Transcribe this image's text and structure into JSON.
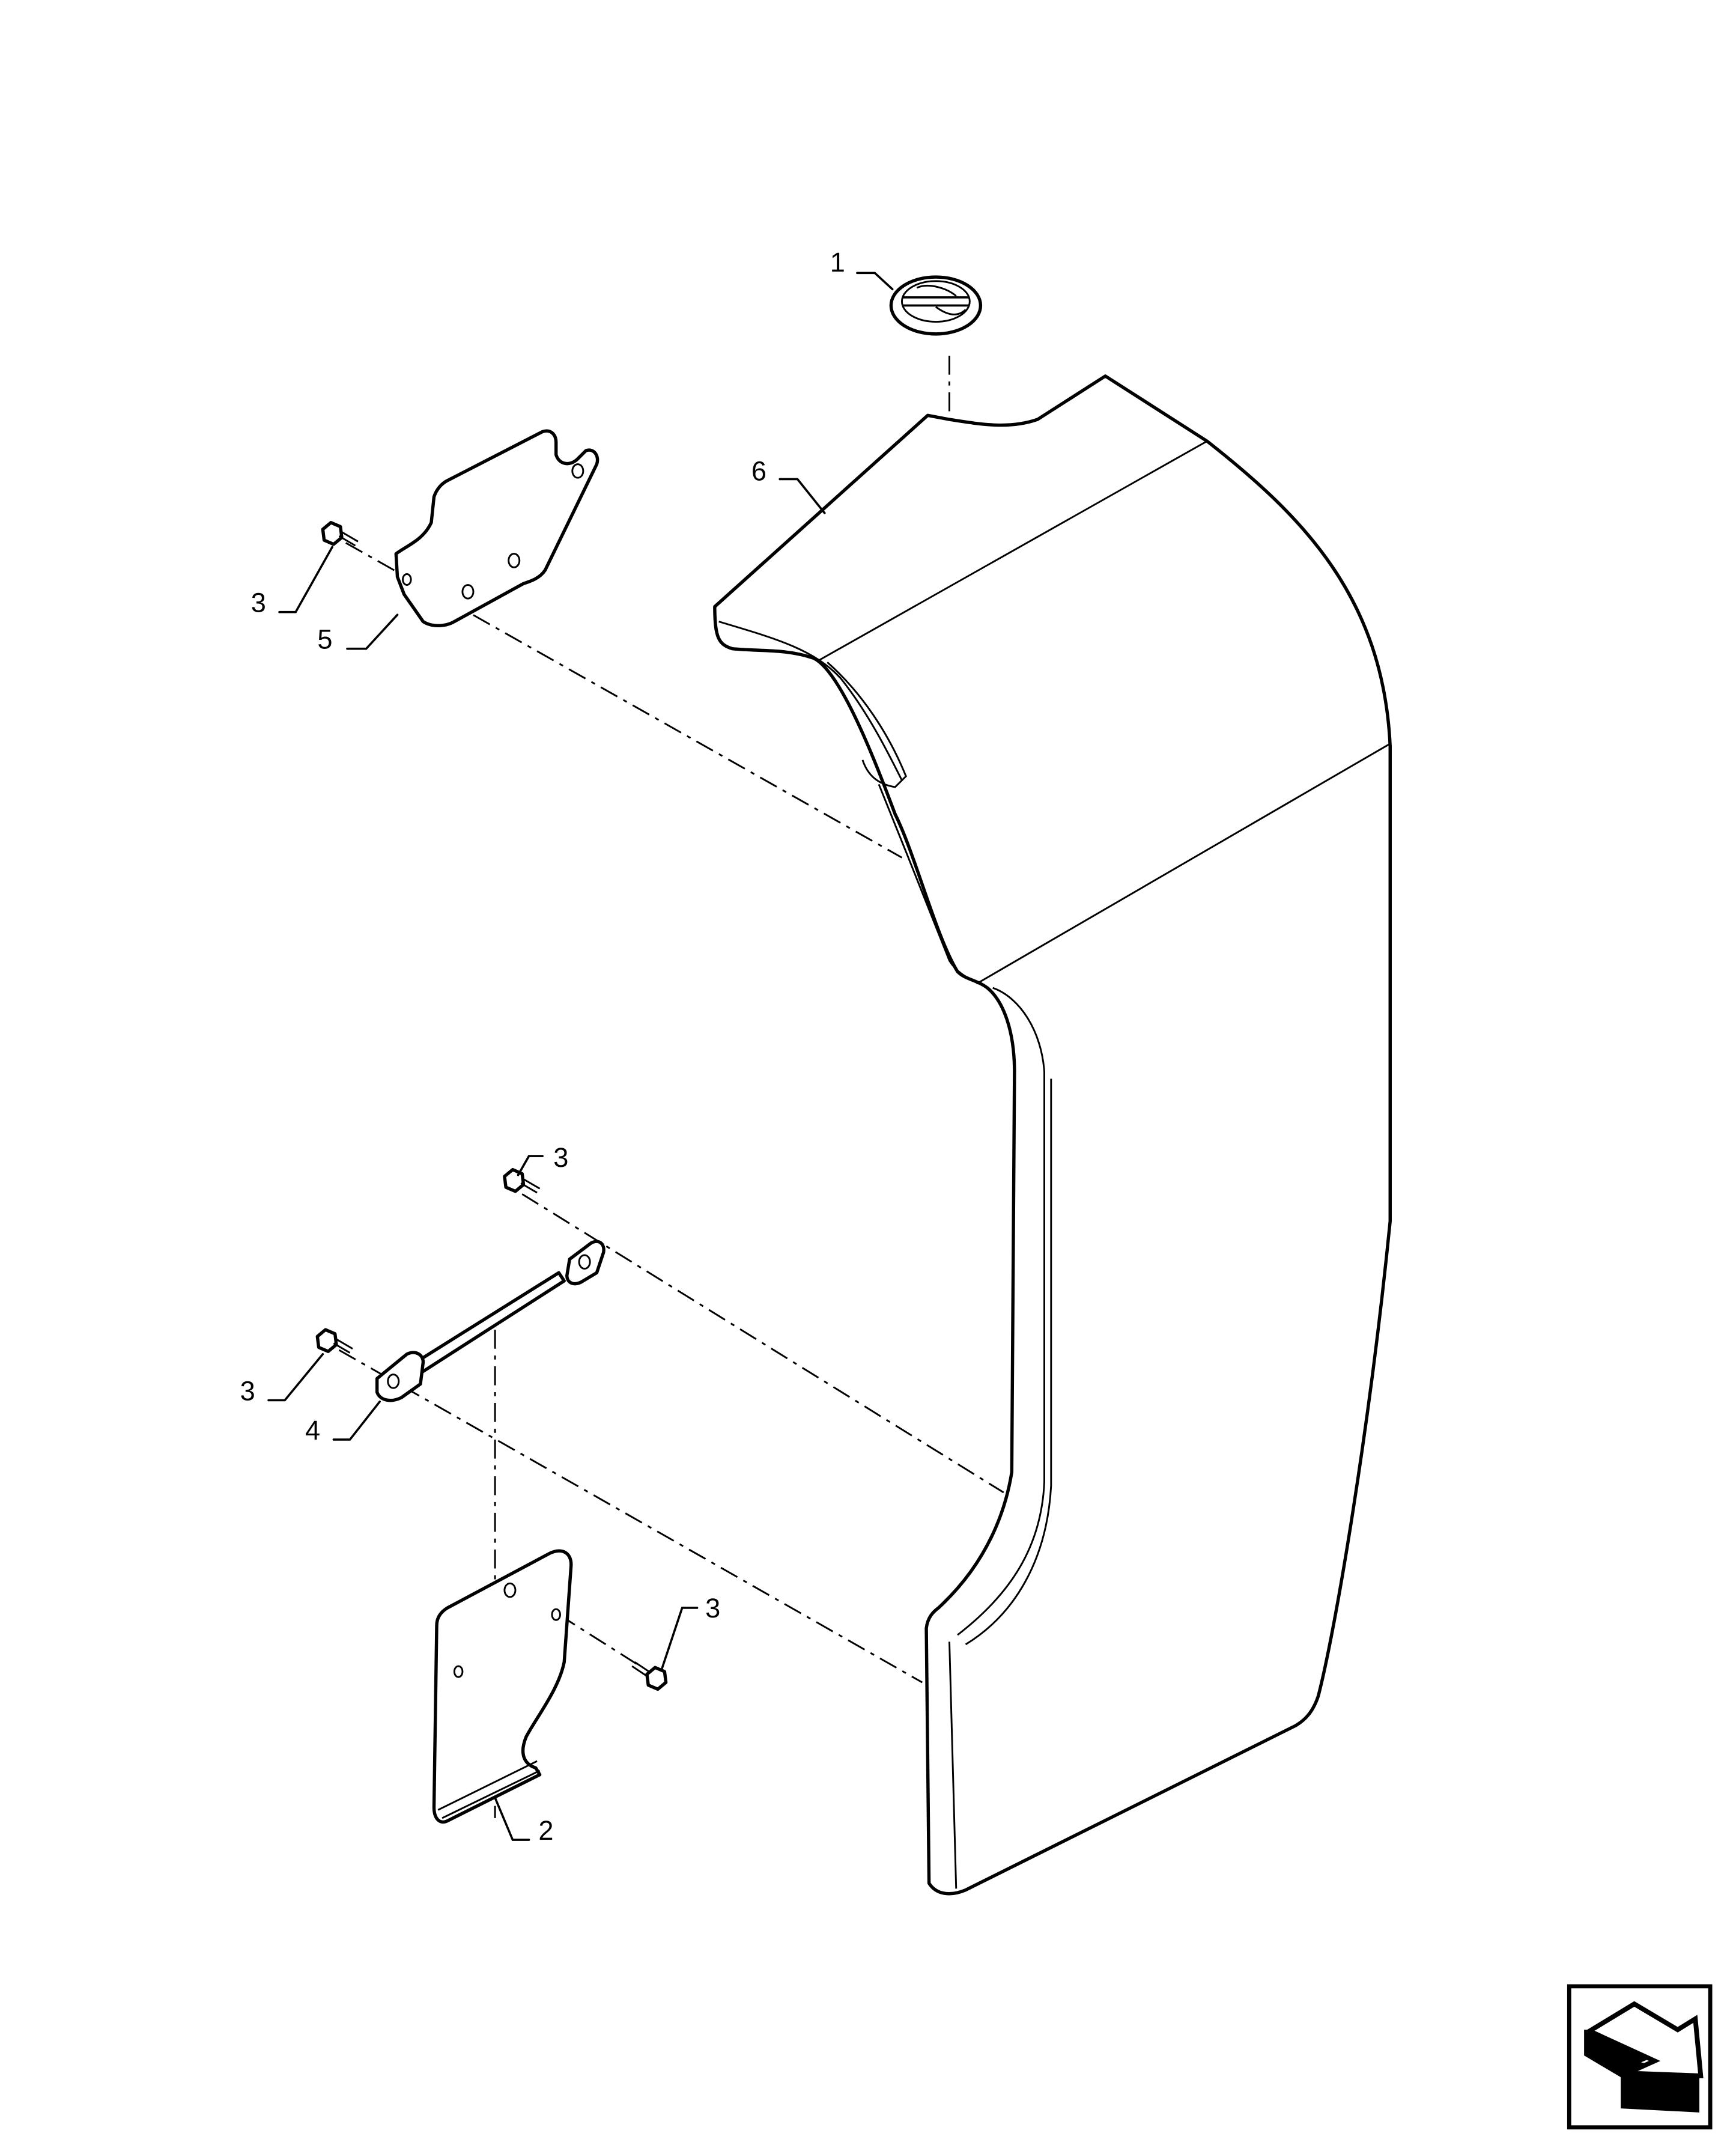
{
  "diagram": {
    "callouts": {
      "item_1": "1",
      "item_6": "6",
      "item_3_top_left": "3",
      "item_5": "5",
      "item_3_strap_right": "3",
      "item_3_strap_left": "3",
      "item_4": "4",
      "item_3_lower": "3",
      "item_2": "2"
    },
    "parts": [
      "decal",
      "fender",
      "mounting-bracket",
      "bolt",
      "support-strap",
      "lower-bracket"
    ],
    "navigation_icon": "next-page-arrow-icon"
  }
}
